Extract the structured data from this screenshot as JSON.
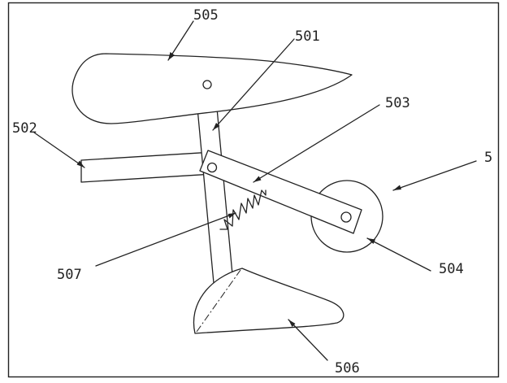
{
  "diagram": {
    "labels": {
      "l505": "505",
      "l501": "501",
      "l503": "503",
      "l502": "502",
      "l5": "5",
      "l507": "507",
      "l504": "504",
      "l506": "506"
    }
  }
}
